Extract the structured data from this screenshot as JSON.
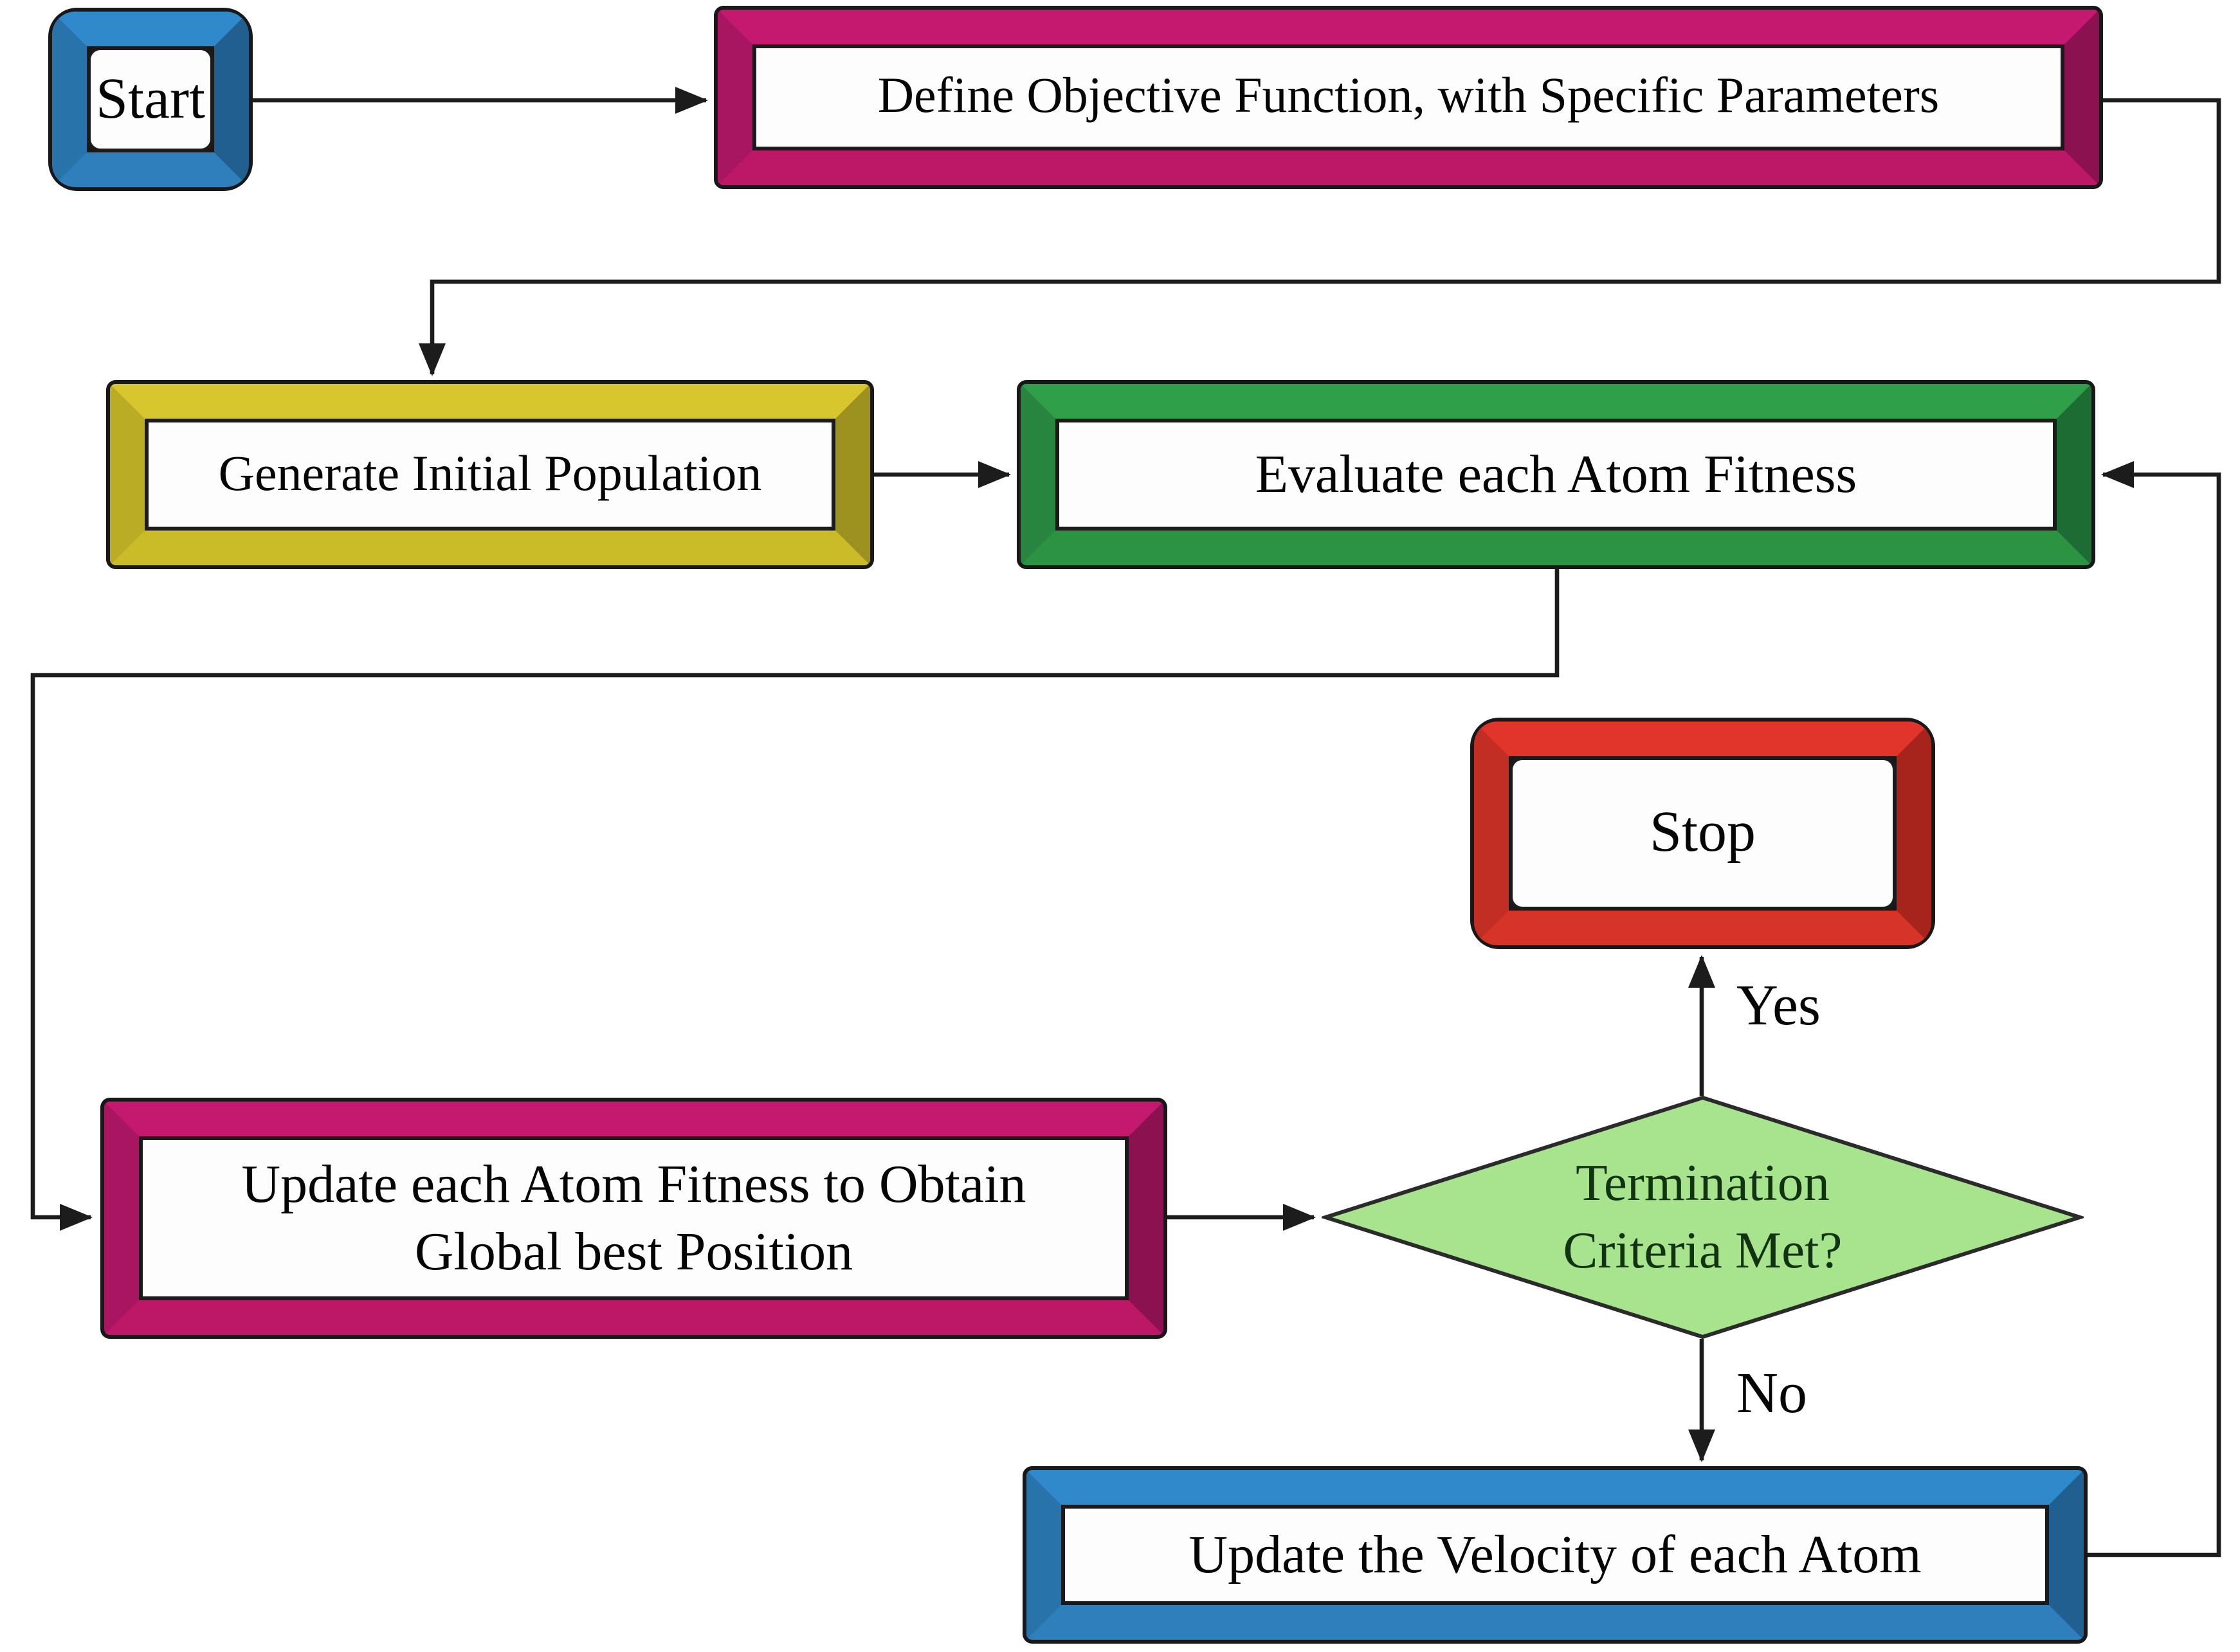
{
  "diagram": {
    "nodes": {
      "start": {
        "label": "Start"
      },
      "define_objective": {
        "label": "Define Objective Function, with Specific Parameters"
      },
      "generate_population": {
        "label": "Generate Initial Population"
      },
      "evaluate_fitness": {
        "label": "Evaluate each Atom Fitness"
      },
      "update_fitness": {
        "line1": "Update each Atom Fitness to Obtain",
        "line2": "Global best Position"
      },
      "termination_decision": {
        "line1": "Termination",
        "line2": "Criteria Met?"
      },
      "stop": {
        "label": "Stop"
      },
      "update_velocity": {
        "label": "Update the Velocity of each Atom"
      }
    },
    "edge_labels": {
      "yes": "Yes",
      "no": "No"
    },
    "colors": {
      "start_frame": "#2b7fc0",
      "define_frame": "#c2186b",
      "generate_frame": "#cdbf2a",
      "evaluate_frame": "#2b9443",
      "update_fitness_frame": "#c2186b",
      "stop_frame": "#dd3127",
      "update_velocity_frame": "#2b7fc0",
      "decision_fill": "#a7e48d",
      "connector": "#1c1c1c",
      "text": "#050505"
    }
  }
}
